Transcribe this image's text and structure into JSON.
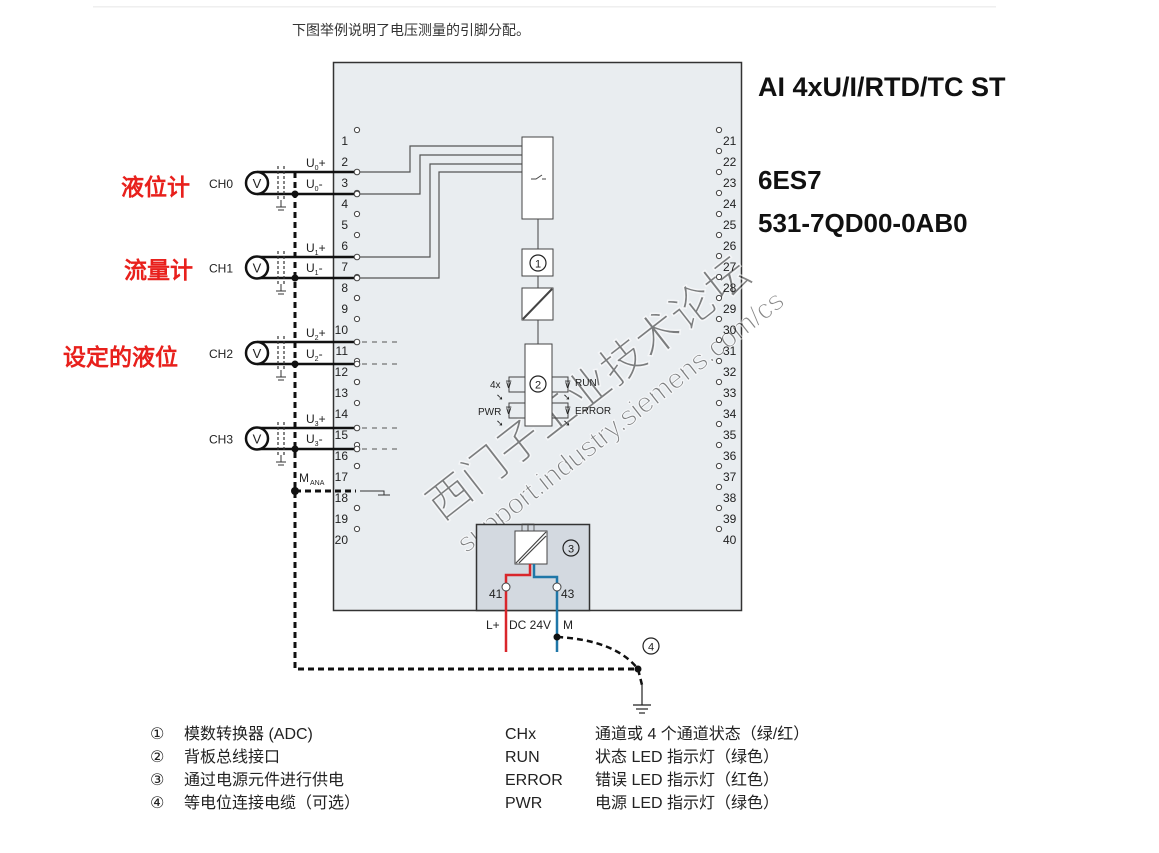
{
  "intro_text": "下图举例说明了电压测量的引脚分配。",
  "module": {
    "name": "AI 4xU/I/RTD/TC ST",
    "order_prefix": "6ES7",
    "order_number": "531-7QD00-0AB0"
  },
  "annotations": {
    "ch0": "液位计",
    "ch1": "流量计",
    "ch2": "设定的液位"
  },
  "channels": [
    {
      "name": "CH0",
      "plus": "U0+",
      "minus": "U0-",
      "sub": "0"
    },
    {
      "name": "CH1",
      "plus": "U1+",
      "minus": "U1-",
      "sub": "1"
    },
    {
      "name": "CH2",
      "plus": "U2+",
      "minus": "U2-",
      "sub": "2"
    },
    {
      "name": "CH3",
      "plus": "U3+",
      "minus": "U3-",
      "sub": "3"
    }
  ],
  "sensor_symbol": "V",
  "mana_label": "M",
  "mana_sub": "ANA",
  "left_terminals": [
    "1",
    "2",
    "3",
    "4",
    "5",
    "6",
    "7",
    "8",
    "9",
    "10",
    "11",
    "12",
    "13",
    "14",
    "15",
    "16",
    "17",
    "18",
    "19",
    "20"
  ],
  "right_terminals": [
    "21",
    "22",
    "23",
    "24",
    "25",
    "26",
    "27",
    "28",
    "29",
    "30",
    "31",
    "32",
    "33",
    "34",
    "35",
    "36",
    "37",
    "38",
    "39",
    "40"
  ],
  "leds": {
    "ch": "4x",
    "run": "RUN",
    "pwr": "PWR",
    "error": "ERROR"
  },
  "markers": {
    "adc": "①",
    "bus": "②",
    "power": "③",
    "equip": "④"
  },
  "power": {
    "t41": "41",
    "t43": "43",
    "lplus": "L+",
    "dc": "DC 24V",
    "m": "M"
  },
  "colors": {
    "lplus_wire": "#d9262b",
    "m_wire": "#1f77a8",
    "module_fill": "#e9edf0",
    "power_fill": "#d3d9e0",
    "annotation": "#e8201c"
  },
  "watermark": {
    "cn": "西门子工业技术论坛",
    "url": "support.industry.siemens.com/cs"
  },
  "legend_left": [
    {
      "num": "①",
      "text": "模数转换器 (ADC)"
    },
    {
      "num": "②",
      "text": "背板总线接口"
    },
    {
      "num": "③",
      "text": "通过电源元件进行供电"
    },
    {
      "num": "④",
      "text": "等电位连接电缆（可选）"
    }
  ],
  "legend_right": [
    {
      "key": "CHx",
      "text": "通道或 4 个通道状态（绿/红）"
    },
    {
      "key": "RUN",
      "text": "状态 LED 指示灯（绿色）"
    },
    {
      "key": "ERROR",
      "text": "错误 LED 指示灯（红色）"
    },
    {
      "key": "PWR",
      "text": "电源 LED 指示灯（绿色）"
    }
  ]
}
